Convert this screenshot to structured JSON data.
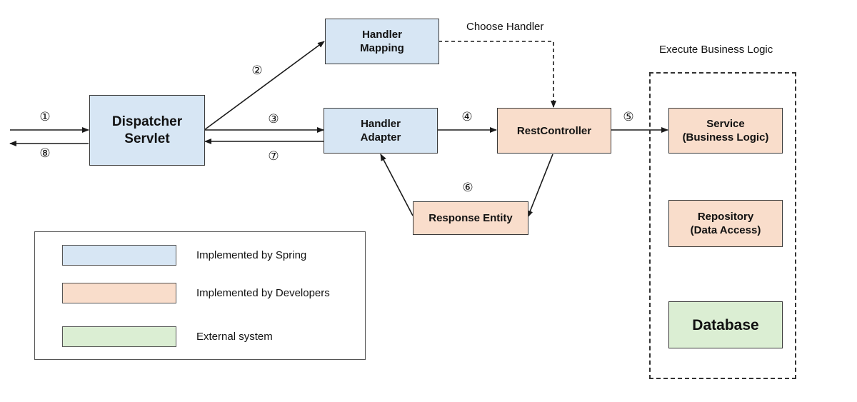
{
  "title": "",
  "components": {
    "dispatcher_servlet": "Dispatcher\nServlet",
    "handler_mapping": "Handler\nMapping",
    "handler_adapter": "Handler\nAdapter",
    "rest_controller": "RestController",
    "response_entity": "Response Entity",
    "service": "Service\n(Business Logic)",
    "repository": "Repository\n(Data Access)",
    "database": "Database"
  },
  "annotations": {
    "choose_handler": "Choose Handler",
    "execute_business_logic": "Execute Business Logic"
  },
  "steps": {
    "s1": "①",
    "s2": "②",
    "s3": "③",
    "s4": "④",
    "s5": "⑤",
    "s6": "⑥",
    "s7": "⑦",
    "s8": "⑧"
  },
  "legend": {
    "items": [
      {
        "label": "Implemented by Spring",
        "color": "#d7e6f4"
      },
      {
        "label": "Implemented by Developers",
        "color": "#f9ddcb"
      },
      {
        "label": "External system",
        "color": "#dbeed3"
      }
    ]
  },
  "colors": {
    "spring": "#d7e6f4",
    "developers": "#f9ddcb",
    "external": "#dbeed3",
    "line": "#1a1a1a"
  }
}
